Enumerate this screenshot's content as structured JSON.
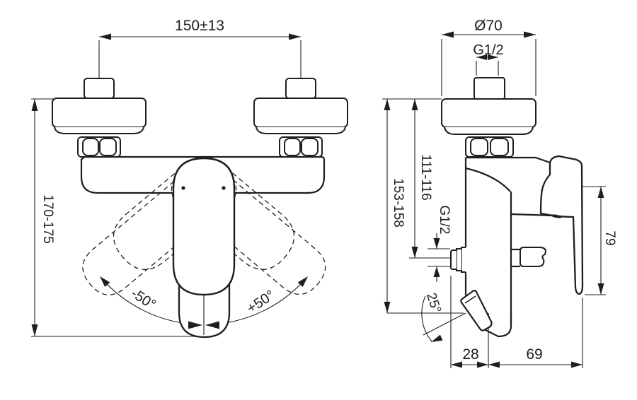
{
  "drawing": {
    "type": "technical-dimension-drawing",
    "subject": "Wall-mounted single-lever shower mixer — front view and side view with installation dimensions (mm)",
    "colors": {
      "line": "#1e1e1e",
      "background": "#ffffff"
    },
    "front_view": {
      "dim_center_distance": "150±13",
      "dim_height": "170-175",
      "label_swing_left": "-50°",
      "label_swing_right": "+50°"
    },
    "side_view": {
      "dim_escutcheon_diameter": "Ø70",
      "dim_inlet_thread": "G1/2",
      "dim_depth_total": "153-158",
      "dim_depth_to_outlet": "111-116",
      "dim_outlet_thread": "G1/2",
      "dim_spout_angle": "25°",
      "dim_handle_length": "79",
      "dim_outlet_offset": "28",
      "dim_body_depth": "69"
    }
  }
}
